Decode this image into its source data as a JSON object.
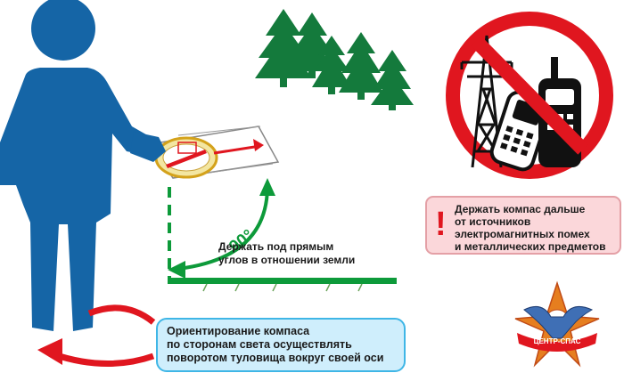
{
  "angle_label": "90°",
  "ground_instruction": {
    "line1": "Держать под прямым",
    "line2": "углов в отношении земли"
  },
  "warning": {
    "symbol": "!",
    "line1": "Держать компас дальше",
    "line2": "от источников",
    "line3": "электромагнитных помех",
    "line4": "и металлических предметов"
  },
  "orientation_tip": {
    "line1": "Ориентирование компаса",
    "line2": "по сторонам света осуществлять",
    "line3": "поворотом туловища вокруг своей оси"
  },
  "logo": {
    "text": "ЦЕНТР-СПАС"
  },
  "colors": {
    "figure": "#1565a6",
    "ground": "#0d9a3a",
    "tree": "#147a3c",
    "warning_red": "#e0161f",
    "callout_blue_border": "#3fb6e6",
    "callout_pink_bg": "#fbd7da"
  }
}
